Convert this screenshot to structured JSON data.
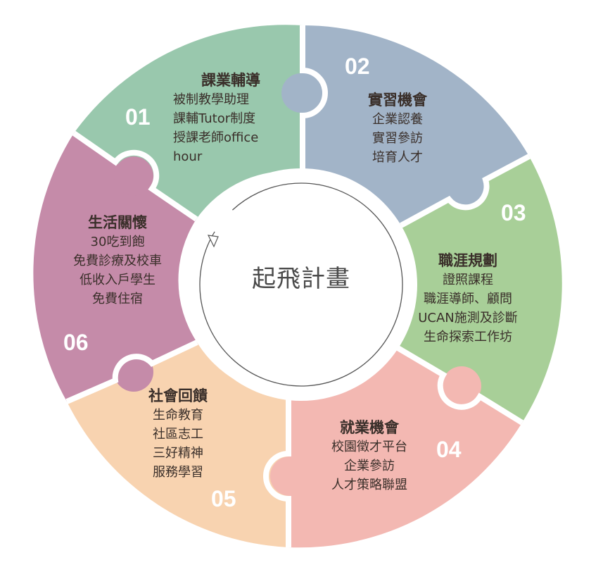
{
  "center_title": "起飛計畫",
  "colors": {
    "seg01": "#99C8AD",
    "seg02": "#A2B4C8",
    "seg03": "#A8CF98",
    "seg04": "#F3B8B2",
    "seg05": "#F8D3B0",
    "seg06": "#C58BA9",
    "gap": "#ffffff"
  },
  "segments": [
    {
      "num": "01",
      "title": "課業輔導",
      "items": [
        "被制教學助理",
        "課輔Tutor制度",
        "授課老師office",
        "hour"
      ]
    },
    {
      "num": "02",
      "title": "實習機會",
      "items": [
        "企業認養",
        "實習參訪",
        "培育人才"
      ]
    },
    {
      "num": "03",
      "title": "職涯規劃",
      "items": [
        "證照課程",
        "職涯導師、顧問",
        "UCAN施測及診斷",
        "生命探索工作坊"
      ]
    },
    {
      "num": "04",
      "title": "就業機會",
      "items": [
        "校園徵才平台",
        "企業參訪",
        "人才策略聯盟"
      ]
    },
    {
      "num": "05",
      "title": "社會回饋",
      "items": [
        "生命教育",
        "社區志工",
        "三好精神",
        "服務學習"
      ]
    },
    {
      "num": "06",
      "title": "生活關懷",
      "items": [
        "30吃到飽",
        "免費診療及校車",
        "低收入戶學生",
        "免費住宿"
      ]
    }
  ]
}
